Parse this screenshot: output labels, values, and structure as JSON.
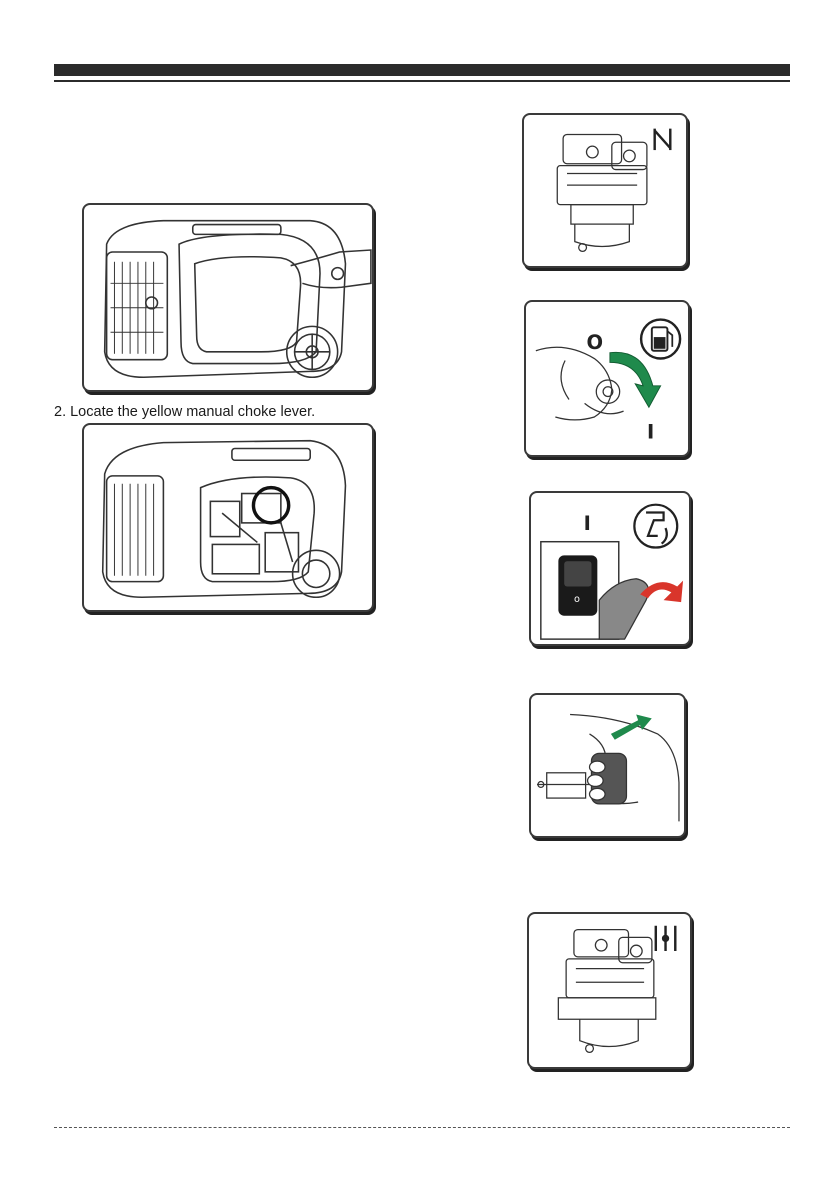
{
  "caption": "2. Locate the yellow manual choke lever.",
  "figures": {
    "valve": {
      "off_label": "O",
      "on_label": "I",
      "arrow_color": "#1f8a4c",
      "icons": [
        "fuel-tank-icon"
      ]
    },
    "switch": {
      "on_label": "I",
      "arrow_color": "#d9352b",
      "icons": [
        "engine-switch-icon"
      ]
    },
    "pull": {
      "arrow_color": "#1f8a4c"
    },
    "carb1": {
      "icons": [
        "choke-closed-icon"
      ]
    },
    "carb2": {
      "icons": [
        "choke-open-icon"
      ]
    },
    "generator2": {
      "highlight": "circle"
    }
  },
  "colors": {
    "rule": "#2b2b2b",
    "outline": "#3a3a3a",
    "green_arrow": "#1f8a4c",
    "red_arrow": "#d9352b"
  }
}
